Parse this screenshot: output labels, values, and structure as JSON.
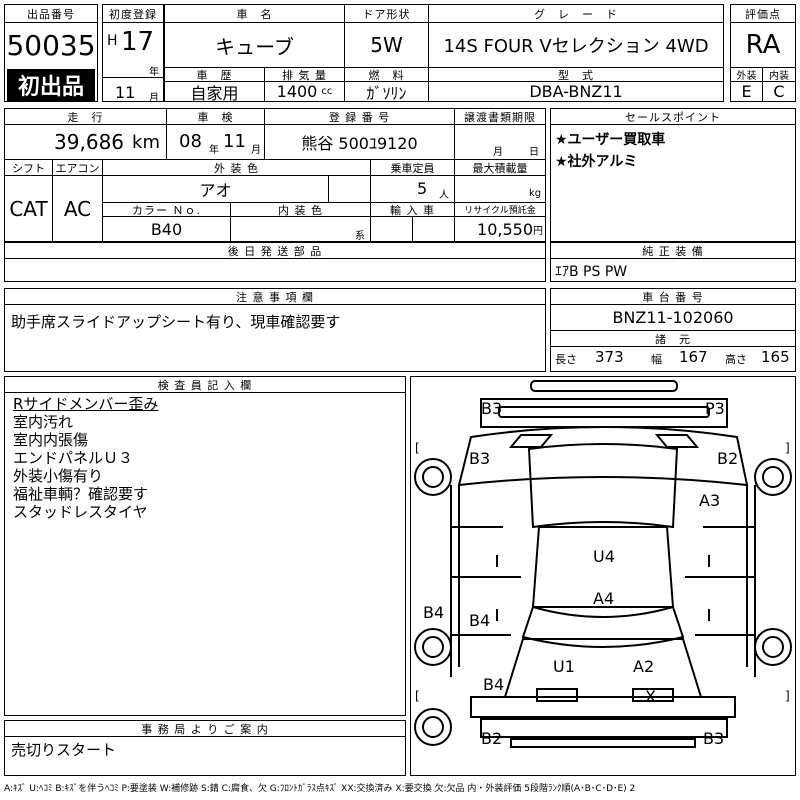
{
  "lot": {
    "label": "出品番号",
    "number": "50035",
    "badge": "初出品"
  },
  "first_reg": {
    "label": "初度登録",
    "era": "H",
    "year": "17",
    "year_unit": "年",
    "month": "11",
    "month_unit": "月"
  },
  "car_name": {
    "label": "車　名",
    "value": "キューブ"
  },
  "door": {
    "label": "ドア形状",
    "value": "5W"
  },
  "grade": {
    "label": "グ　レ　ー　ド",
    "value": "14S FOUR Vセレクション 4WD"
  },
  "score": {
    "label": "評価点",
    "value": "RA",
    "ext_label": "外装",
    "int_label": "内装",
    "ext": "E",
    "int": "C"
  },
  "history": {
    "label": "車　歴",
    "value": "自家用"
  },
  "displacement": {
    "label": "排 気 量",
    "value": "1400",
    "unit": "cc"
  },
  "fuel": {
    "label": "燃　料",
    "value": "ｶﾞｿﾘﾝ"
  },
  "model": {
    "label": "型　式",
    "value": "DBA-BNZ11"
  },
  "mileage": {
    "label": "走　行",
    "value": "39,686",
    "unit": "km"
  },
  "inspection": {
    "label": "車　検",
    "year": "08",
    "year_unit": "年",
    "month": "11",
    "month_unit": "月"
  },
  "reg_no": {
    "label": "登 録 番 号",
    "value": "熊谷 500ﾕ9120"
  },
  "transfer": {
    "label": "譲渡書類期限",
    "month_unit": "月",
    "day_unit": "日"
  },
  "sales": {
    "label": "セールスポイント",
    "items": [
      "★ユーザー買取車",
      "★社外アルミ"
    ]
  },
  "shift": {
    "label": "シフト",
    "value": "CAT"
  },
  "ac": {
    "label": "エアコン",
    "value": "AC"
  },
  "color": {
    "label": "外 装 色",
    "value": "アオ"
  },
  "capacity": {
    "label": "乗車定員",
    "value": "5",
    "unit": "人"
  },
  "max_load": {
    "label": "最大積載量",
    "unit": "kg"
  },
  "color_no": {
    "label": "カラー Ｎｏ.",
    "value": "B40"
  },
  "interior": {
    "label": "内 装 色",
    "unit": "系"
  },
  "import": {
    "label": "輸 入 車"
  },
  "recycle": {
    "label": "リサイクル預託金",
    "value": "10,550",
    "unit": "円"
  },
  "later_parts": {
    "label": "後 日 発 送 部 品"
  },
  "equipment": {
    "label": "純 正 装 備",
    "value": "ｴｱB PS PW"
  },
  "notes": {
    "label": "注 意 事 項 欄",
    "value": "助手席スライドアップシート有り、現車確認要す"
  },
  "chassis": {
    "label": "車 台 番 号",
    "value": "BNZ11-102060"
  },
  "specs": {
    "label": "諸　元",
    "length_label": "長さ",
    "length": "373",
    "width_label": "幅",
    "width": "167",
    "height_label": "高さ",
    "height": "165"
  },
  "inspector": {
    "label": "検 査 員 記 入 欄",
    "lines": [
      "Rサイドメンバー歪み",
      "室内汚れ",
      "室内内張傷",
      "エンドパネルＵ３",
      "外装小傷有り",
      "福祉車輌？確認要す",
      "スタッドレスタイヤ"
    ]
  },
  "office": {
    "label": "事 務 局 よ り ご 案 内",
    "value": "売切りスタート"
  },
  "diagram": {
    "labels": {
      "B3_top": "B3",
      "P3": "P3",
      "B3_left": "B3",
      "B2_right": "B2",
      "A3": "A3",
      "U4": "U4",
      "A4": "A4",
      "B4_outer": "B4",
      "B4_inner": "B4",
      "U1": "U1",
      "A2": "A2",
      "B4_low": "B4",
      "X": "X",
      "B2_bottom": "B2",
      "B3_bottom": "B3"
    },
    "bracket_l": "[",
    "bracket_r": "]"
  },
  "legend": "A:ｷｽﾞ U:ﾍｺﾐ B:ｷｽﾞを伴うﾍｺﾐ P:要塗装 W:補修跡 S:錆 C:腐食、欠 G:ﾌﾛﾝﾄｶﾞﾗｽ点ｷｽﾞ XX:交換済み X:要交換 欠:欠品 内・外装評価 5段階ﾗﾝｸ順(A･B･C･D･E) 2"
}
